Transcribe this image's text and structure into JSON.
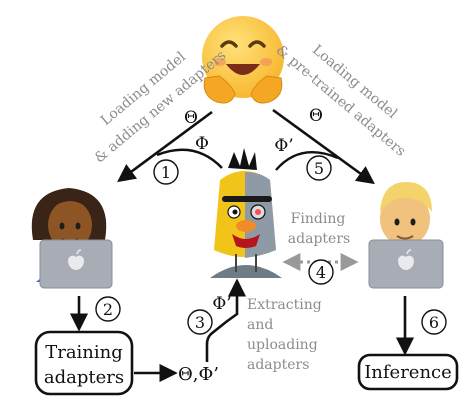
{
  "labels": {
    "loading_left_1": "Loading model",
    "loading_left_2": "& adding new adapters",
    "loading_right_1": "Loading model",
    "loading_right_2": "& pre-trained adapters",
    "theta": "Θ",
    "phi": "Φ",
    "phi_prime": "Φ’",
    "finding_1": "Finding",
    "finding_2": "adapters",
    "extract_1": "Extracting",
    "extract_2": "and",
    "extract_3": "uploading",
    "extract_4": "adapters",
    "theta_phi_prime": "Θ,Φ’",
    "training_1": "Training",
    "training_2": "adapters",
    "inference": "Inference"
  },
  "steps": [
    "1",
    "2",
    "3",
    "4",
    "5",
    "6"
  ],
  "icons": {
    "hugging_face": "hugging-face-emoji",
    "left_user": "woman-technologist-emoji",
    "right_user": "man-technologist-emoji",
    "robot": "bert-robot-emoji",
    "laptop": "laptop-icon"
  },
  "colors": {
    "ink": "#111111",
    "gray_text": "#8c8c8c",
    "dotted_arrow": "#999999",
    "face_yellow": "#ffcc33",
    "laptop_gray": "#a8adb5"
  }
}
